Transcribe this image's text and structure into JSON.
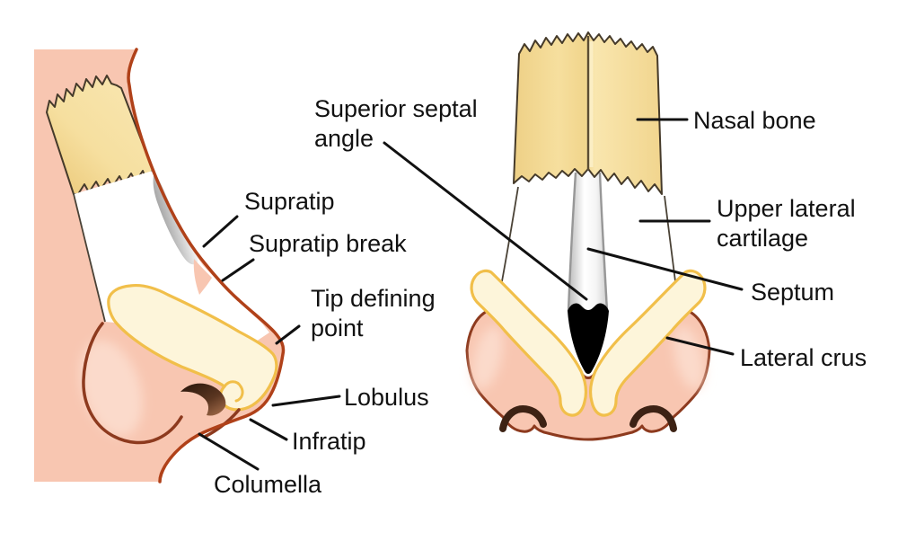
{
  "figure": {
    "subject": "Nasal anatomy diagram",
    "views": [
      "Lateral (profile) view",
      "Frontal (anterior) view"
    ]
  },
  "labels": {
    "supratip": "Supratip",
    "supratip_break": "Supratip break",
    "tip_defining_point": "Tip defining\npoint",
    "lobulus": "Lobulus",
    "infratip": "Infratip",
    "columella": "Columella",
    "superior_septal_angle": "Superior septal\nangle",
    "nasal_bone": "Nasal bone",
    "upper_lateral_cartilage": "Upper lateral\ncartilage",
    "septum": "Septum",
    "lateral_crus": "Lateral crus"
  },
  "colors": {
    "background": "#ffffff",
    "skin": "#f8c6b1",
    "skin_highlight": "#fbdacb",
    "skin_outline": "#b04119",
    "ala_outline": "#8d3a1e",
    "nostril_dark": "#3d2214",
    "bone_fill": "#f4d994",
    "bone_outline": "#453a2a",
    "cartilage_cream": "#fdf5da",
    "cartilage_gold": "#f1bf4a",
    "septum_gray": "#979797",
    "septal_angle_black": "#000000",
    "leader_line": "#111111",
    "label_text": "#111111"
  }
}
